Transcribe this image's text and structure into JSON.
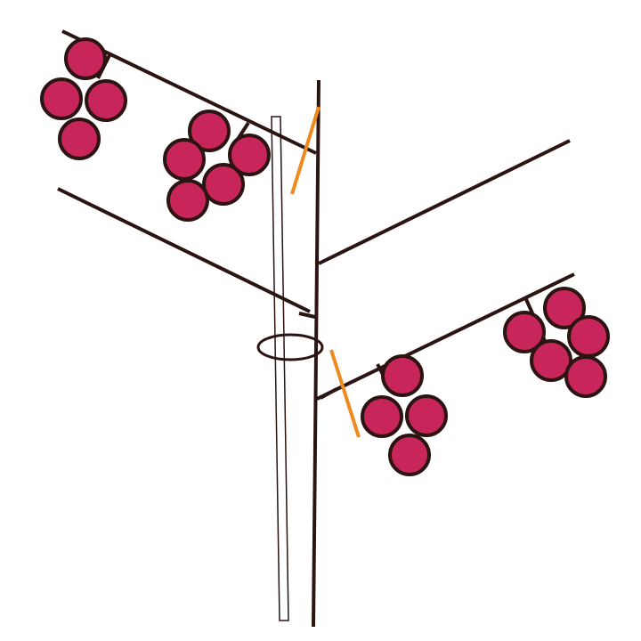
{
  "diagram": {
    "subject": "",
    "colors": {
      "stem": "#2b1412",
      "berry_fill": "#c8265a",
      "berry_stroke": "#2b1412",
      "cut_mark": "#ee8a1e",
      "support_stake": "#2b1412",
      "background": "#ffffff"
    },
    "parts": {
      "main_stem": "main-stem",
      "support_stake": "support-stake",
      "tie_loop": "tie-loop",
      "branches": [
        "branch-upper-left",
        "branch-middle-left",
        "branch-upper-right",
        "branch-lower-right"
      ],
      "cut_marks": [
        "cut-mark-upper",
        "cut-mark-lower"
      ],
      "fruit_clusters": [
        {
          "id": "fruit-cluster-top-left",
          "berry_count": 4
        },
        {
          "id": "fruit-cluster-left-inner",
          "berry_count": 5
        },
        {
          "id": "fruit-cluster-lower-middle",
          "berry_count": 4
        },
        {
          "id": "fruit-cluster-right",
          "berry_count": 5
        }
      ]
    }
  }
}
